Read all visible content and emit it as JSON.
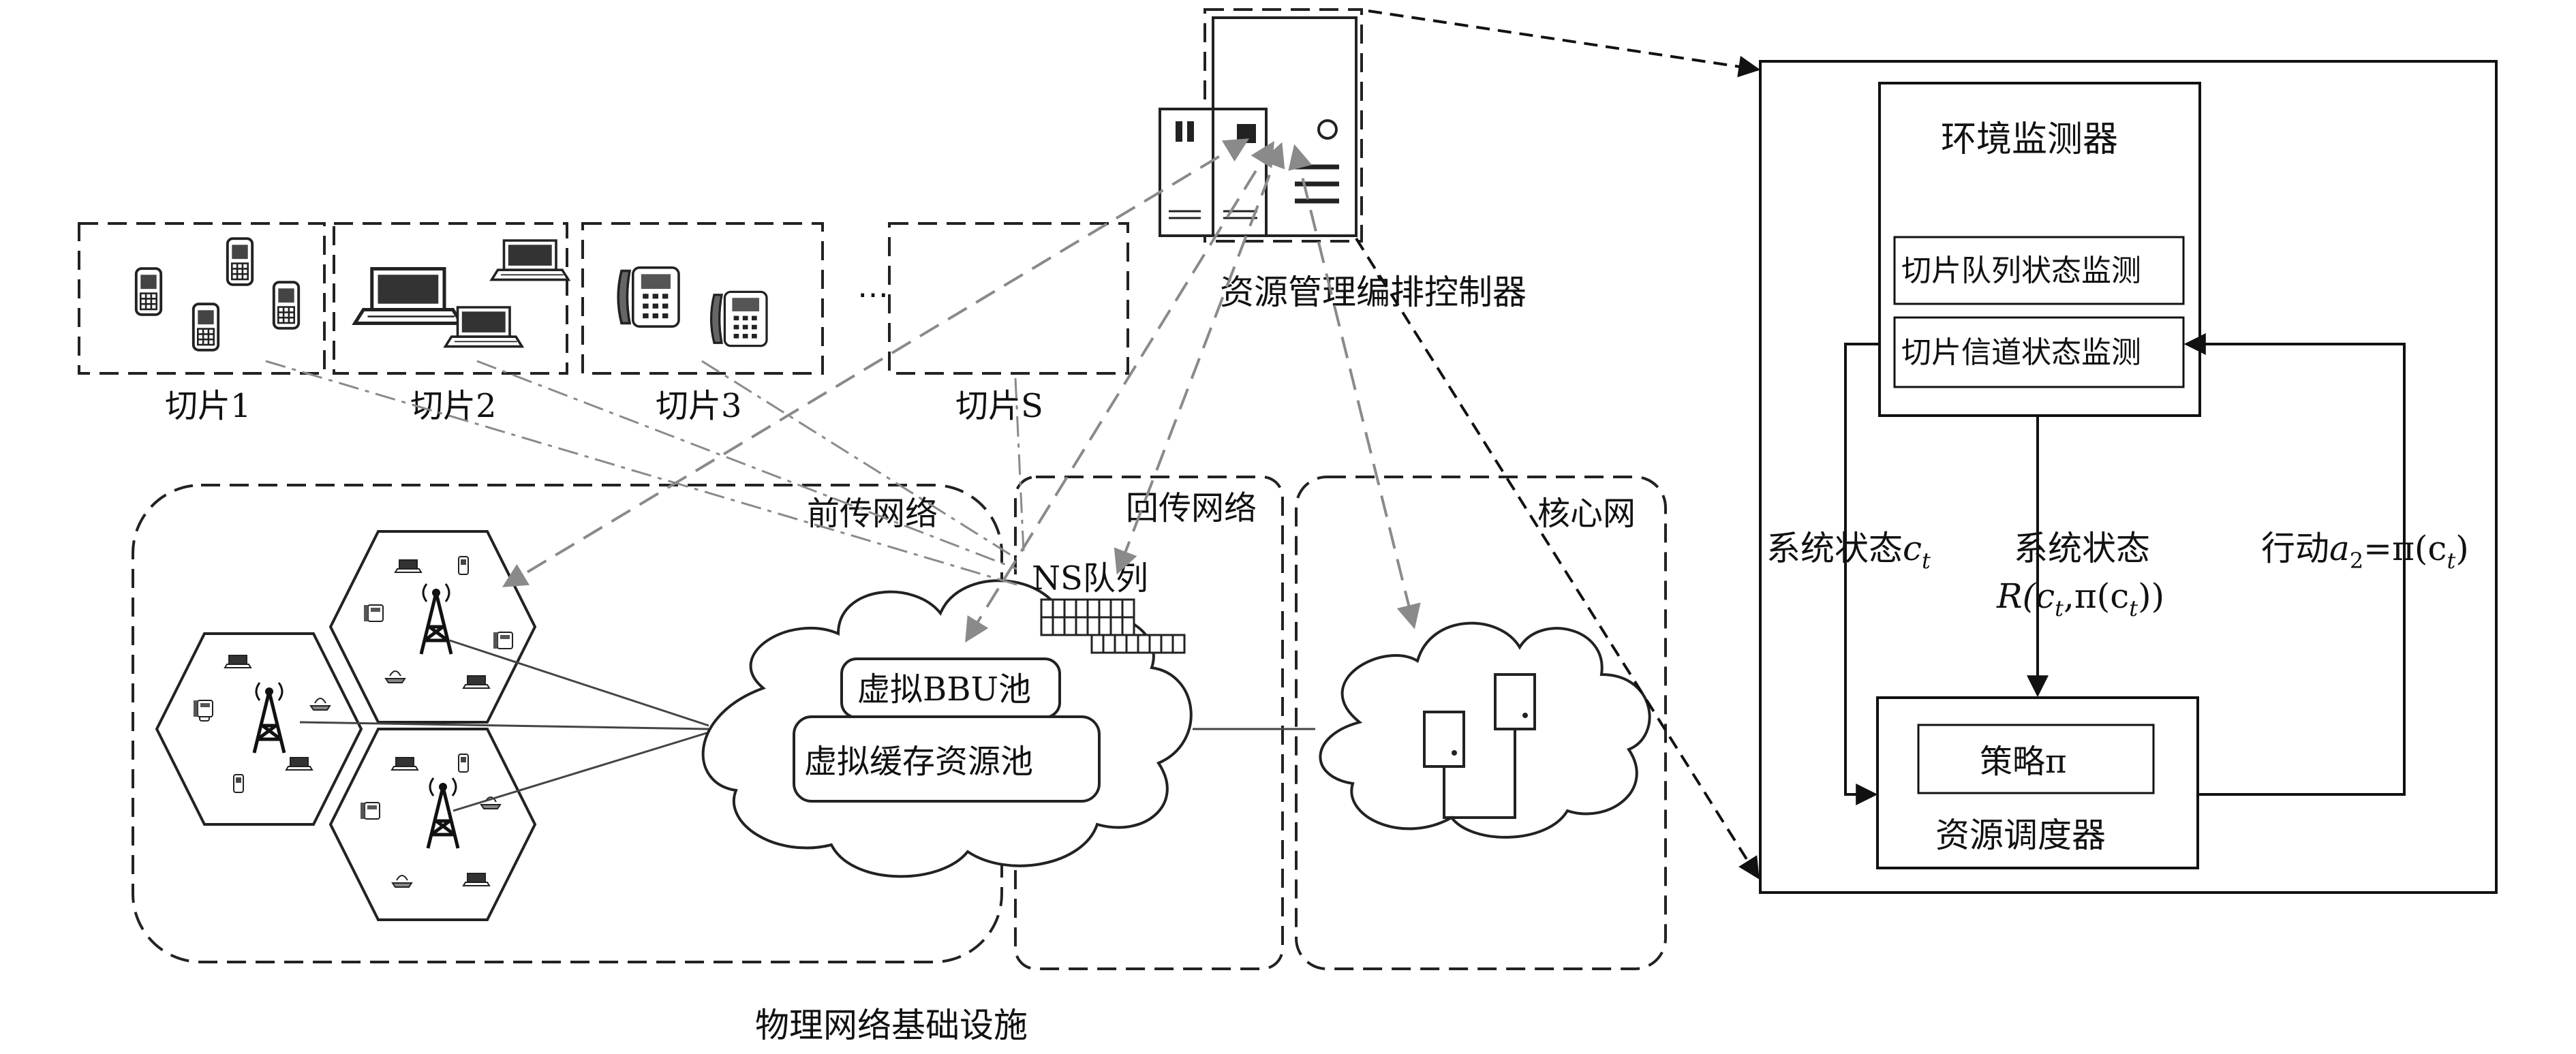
{
  "slices": [
    {
      "label": "切片1"
    },
    {
      "label": "切片2"
    },
    {
      "label": "切片3"
    },
    {
      "label": "切片S"
    }
  ],
  "ellipsis": "⋯",
  "controller_label": "资源管理编排控制器",
  "fronthaul_label": "前传网络",
  "backhaul_label": "回传网络",
  "core_label": "核心网",
  "ns_queue_label": "NS队列",
  "bbu_pool_label": "虚拟BBU池",
  "cache_pool_label": "虚拟缓存资源池",
  "infrastructure_label": "物理网络基础设施",
  "right_panel": {
    "monitor_title": "环境监测器",
    "queue_monitor": "切片队列状态监测",
    "channel_monitor": "切片信道状态监测",
    "system_state_left_prefix": "系统状态",
    "system_state_left_var": "c",
    "system_state_left_sub": "t",
    "system_state_mid_title": "系统状态",
    "system_state_mid_formula": "R(c",
    "system_state_mid_formula_rest": ",π(c",
    "system_state_mid_formula_end": "))",
    "action_prefix": "行动",
    "action_formula": "=π(c",
    "action_formula_end": ")",
    "policy_label": "策略π",
    "scheduler_label": "资源调度器"
  },
  "icons": {
    "phone": "mobile-phone-icon",
    "laptop": "laptop-icon",
    "desk_phone": "desk-phone-icon",
    "server": "server-icon",
    "tower": "cell-tower-icon",
    "core_servers": "core-server-icon"
  },
  "colors": {
    "line": "#222222",
    "dashed_gray": "#8a8a8a",
    "icon_fill": "#555555"
  }
}
